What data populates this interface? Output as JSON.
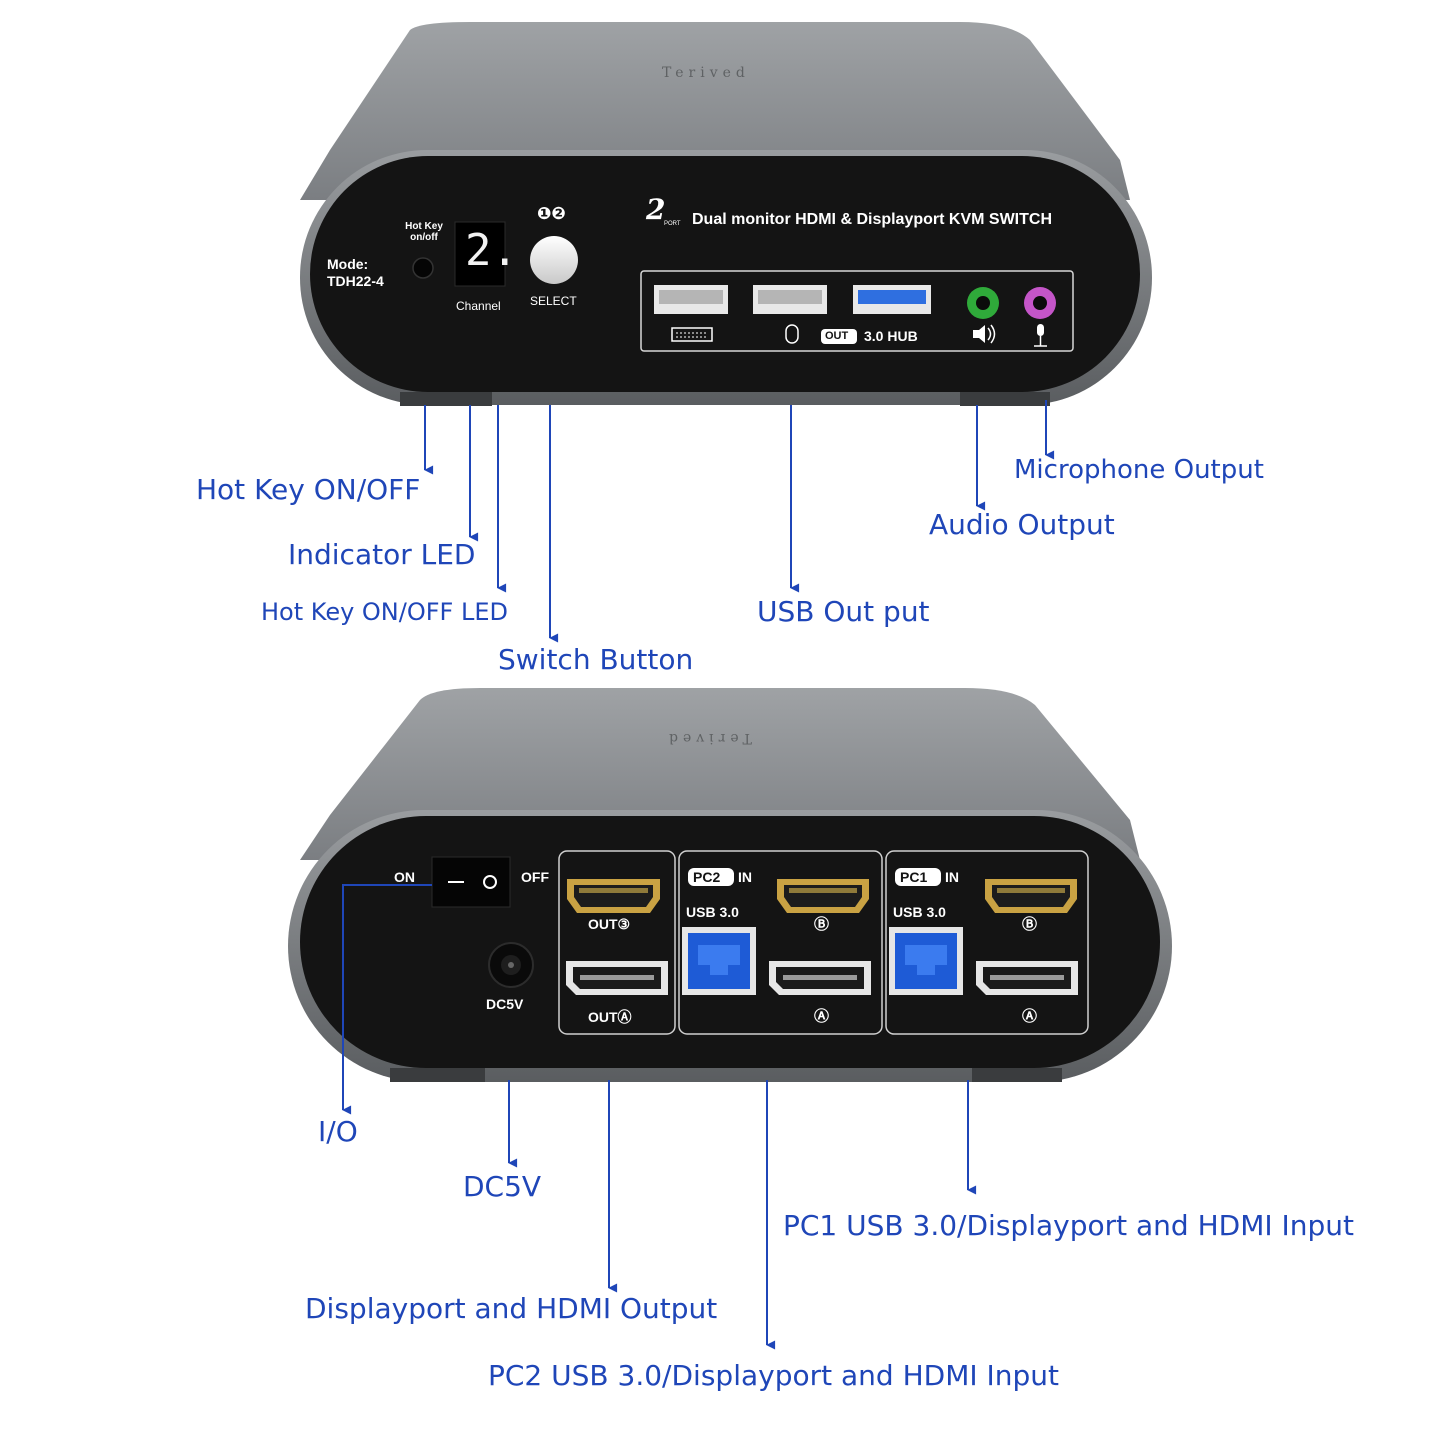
{
  "front": {
    "brand": "Terived",
    "mode_label": "Mode:",
    "model": "TDH22-4",
    "hotkey_small": "Hot Key on/off",
    "digit": "2.",
    "channel_label": "Channel",
    "select_label": "SELECT",
    "select_numbers": "❶❷",
    "title_2port": "2",
    "title_port": "PORT",
    "title_main": "Dual monitor HDMI & Displayport KVM SWITCH",
    "out_badge": "OUT",
    "hub_label": "3.0 HUB"
  },
  "back": {
    "brand": "Terived",
    "on_label": "ON",
    "off_label": "OFF",
    "dc_label": "DC5V",
    "out_b": "OUT③",
    "out_a": "OUTⒶ",
    "pc2_badge": "PC2",
    "pc1_badge": "PC1",
    "in_label": "IN",
    "usb30": "USB 3.0",
    "port_b": "Ⓑ",
    "port_a": "Ⓐ"
  },
  "labels": {
    "hotkey": "Hot Key ON/OFF",
    "indicator": "Indicator LED",
    "hotkey_led": "Hot Key ON/OFF LED",
    "switch_button": "Switch Button",
    "usb_output": "USB Out put",
    "audio_output": "Audio Output",
    "mic_output": "Microphone Output",
    "io": "I/O",
    "dc5v": "DC5V",
    "dp_hdmi_output": "Displayport and HDMI Output",
    "pc1_input": "PC1 USB 3.0/Displayport and HDMI Input",
    "pc2_input": "PC2 USB 3.0/Displayport and HDMI Input"
  },
  "colors": {
    "label_blue": "#1f46b8",
    "body_gray": "#8a8d90",
    "panel_black": "#141414",
    "usb3_blue": "#2f6fe0",
    "audio_green": "#2faa3a",
    "mic_pink": "#c455c8",
    "hdmi_gold": "#c9a243"
  }
}
